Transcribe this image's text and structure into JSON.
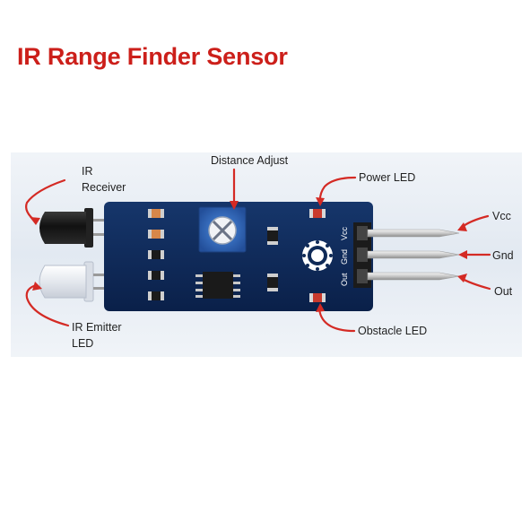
{
  "title": "IR Range Finder Sensor",
  "labels": {
    "ir_receiver_line1": "IR",
    "ir_receiver_line2": "Receiver",
    "distance_adjust": "Distance Adjust",
    "power_led": "Power LED",
    "vcc": "Vcc",
    "gnd": "Gnd",
    "out": "Out",
    "obstacle_led": "Obstacle LED",
    "ir_emitter_line1": "IR Emitter",
    "ir_emitter_line2": "LED"
  },
  "board_pins": {
    "vcc": "Vcc",
    "gnd": "Gnd",
    "out": "Out"
  },
  "colors": {
    "title": "#cc1f1a",
    "arrow": "#d42a24",
    "board": "#0f2a57",
    "pot": "#2f6fc4"
  }
}
